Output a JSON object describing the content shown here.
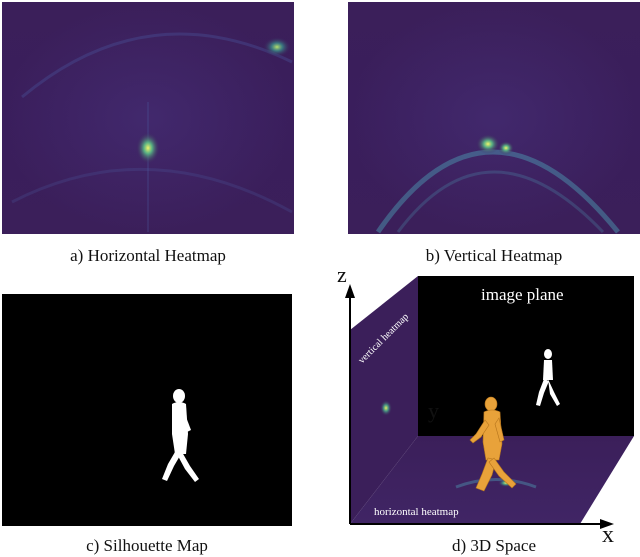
{
  "panels": {
    "a": {
      "caption": "a) Horizontal Heatmap"
    },
    "b": {
      "caption": "b) Vertical Heatmap"
    },
    "c": {
      "caption": "c) Silhouette Map"
    },
    "d": {
      "caption": "d) 3D  Space",
      "image_plane_label": "image plane",
      "vertical_heatmap_label": "vertical heatmap",
      "horizontal_heatmap_label": "horizontal heatmap",
      "axis_z": "z",
      "axis_y": "y",
      "axis_x": "x"
    }
  },
  "colors": {
    "heatmap_bg": "#3b1f5a",
    "heatmap_hot": "#e8f060",
    "heatmap_mid": "#2f9c8a",
    "silhouette_bg": "#000000",
    "silhouette_fg": "#ffffff",
    "figure": "#e8a23a"
  }
}
